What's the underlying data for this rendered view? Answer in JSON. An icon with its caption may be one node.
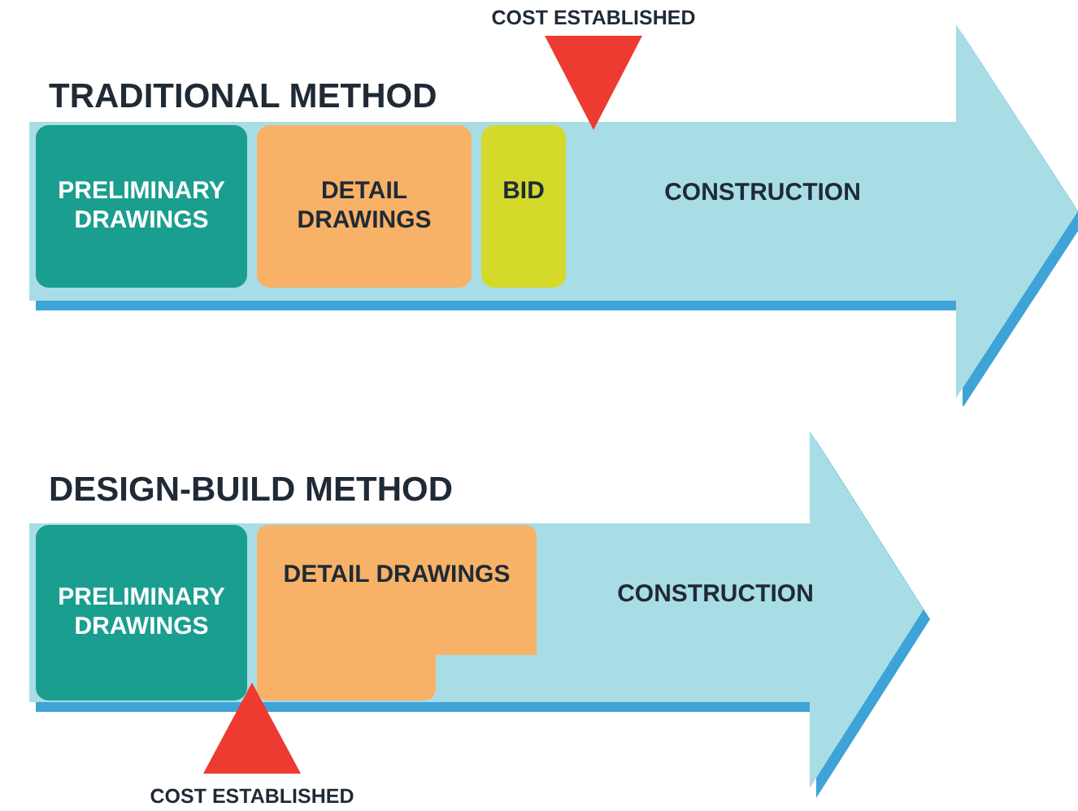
{
  "diagram": {
    "nodes": [
      {
        "text": [
          "TRADITIONAL METHOD"
        ]
      },
      {
        "text": [
          "PRELIMINARY DRAWINGS"
        ],
        "in": 0
      },
      {
        "text": [
          "DETAIL DRAWINGS"
        ],
        "in": 0
      },
      {
        "text": [
          "BID"
        ],
        "in": 0
      },
      {
        "text": [
          "CONSTRUCTION"
        ],
        "in": 0
      },
      {
        "text": [],
        "shape": "triangle",
        "beside": [
          "COST ESTABLISHED"
        ]
      },
      {
        "text": [
          "DESIGN-BUILD METHOD"
        ]
      },
      {
        "text": [
          "PRELIMINARY DRAWINGS"
        ],
        "in": 6
      },
      {
        "text": [
          "DETAIL DRAWINGS"
        ],
        "in": 6
      },
      {
        "text": [
          "CONSTRUCTION"
        ],
        "in": 6
      },
      {
        "text": [],
        "shape": "triangle",
        "beside": [
          "COST ESTABLISHED"
        ]
      }
    ]
  }
}
